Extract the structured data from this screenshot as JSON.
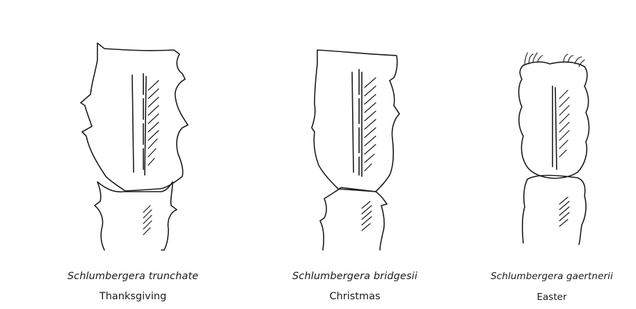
{
  "specimens": [
    {
      "species": "Schlumbergera trunchate",
      "holiday": "Thanksgiving"
    },
    {
      "species": "Schlumbergera bridgesii",
      "holiday": "Christmas"
    },
    {
      "species": "Schlumbergera gaertnerii",
      "holiday": "Easter"
    }
  ],
  "colors": {
    "ink": "#1a1a1a",
    "background": "#ffffff"
  }
}
